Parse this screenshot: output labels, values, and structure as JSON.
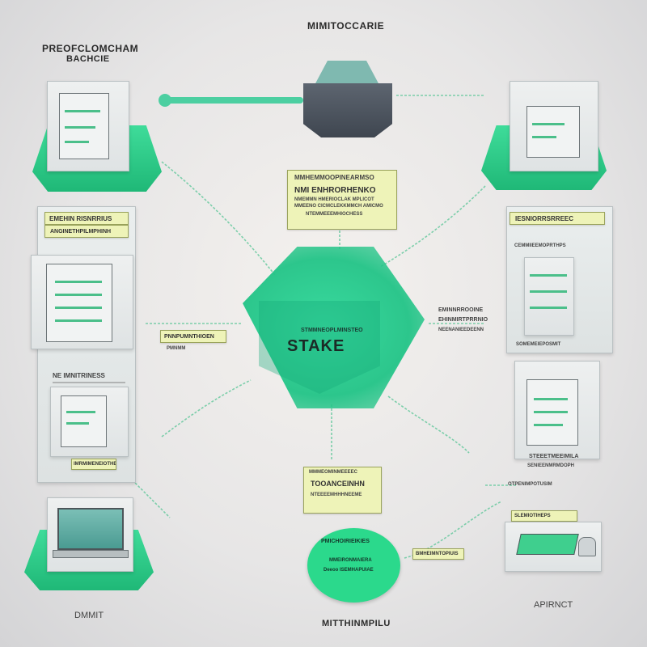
{
  "labels": {
    "top_center": "MIMITOCCARIE",
    "top_left_line1": "PREOFCLOMCHAM",
    "top_left_line2": "BACHCIE",
    "bottom_left": "DMMIT",
    "bottom_center": "MITTHINMPILU",
    "bottom_right": "APIRNCT"
  },
  "central": {
    "title": "STAKE",
    "subtitle": "STMMNEOPLMINSTEO"
  },
  "top_note": {
    "heading": "MMHEMMOOPINEARMSO",
    "title": "NMI ENHRORHENKO",
    "line1": "NMEMMN HMERIOCLAK MPLICOT",
    "line2": "MMEENO CICMCLEKKMMCH AMICMO",
    "line3": "NTEMMEEEMHIOCHESS"
  },
  "bottom_note": {
    "heading": "MMMEOMINMEEEEC",
    "title": "TOOANCEINHN",
    "line1": "NTEEEEMHHHNEEME"
  },
  "circle": {
    "title": "PMICHOIRIEIKIES",
    "line1": "MMEIRONMAIERA",
    "line2": "Deeoo ISEMHAPUIAE"
  },
  "left_column": {
    "header": "EMEHIN RISNRRIUS",
    "subheader": "ANGINETHPILMPHINH",
    "mid_label": "NE IMNITRINESS",
    "bottom_label": "IMRMIMENEIOTHER"
  },
  "right_column": {
    "header": "IESNIORRSRREEC",
    "subheader": "CEMMIIEEMOPRTHPS",
    "footer": "SOMEMEIEPOSMIT",
    "mid_label": "STEEETMEEIMILA",
    "mid_label2": "SENIEENMRMDOPH",
    "low_label": "OTPENIMPOTUSIM"
  },
  "side_notes": {
    "left_mid_title": "PNNPUMNTHIOEN",
    "left_mid_sub": "PMNMM",
    "right_mid_title": "EMINNRROOINE",
    "right_mid_line1": "EHINMIRTPRRNIO",
    "right_mid_line2": "NEENANIEEDEENN",
    "right_low_title": "SLEMIOTIHEPS",
    "right_low_line": "BMHEIMNTOPIUIS"
  },
  "colors": {
    "accent_green": "#2bd98c",
    "note_yellow": "#eef3b8",
    "cube_dark": "#3f4650"
  },
  "icons": [
    "printer-machine-icon",
    "server-rack-icon",
    "laptop-icon",
    "scanner-icon",
    "cube-icon"
  ]
}
